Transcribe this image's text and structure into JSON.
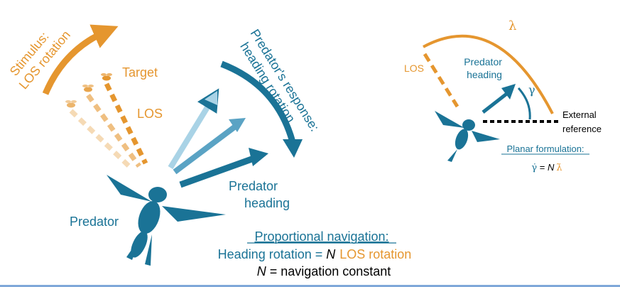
{
  "colors": {
    "blue": "#1a7396",
    "orange": "#e5962f",
    "blue_light": "#a9d3e6",
    "blue_mid": "#5aa3c4",
    "black": "#000000",
    "rule": "#7fa8d9"
  },
  "left_panel": {
    "stimulus_line1": "Stimulus:",
    "stimulus_line2": "LOS rotation",
    "target_label": "Target",
    "los_label": "LOS",
    "predator_label": "Predator",
    "response_line1": "Predator's response:",
    "response_line2": "heading rotation",
    "heading_line1": "Predator",
    "heading_line2": "heading"
  },
  "bottom_text": {
    "title": "Proportional navigation:",
    "eq_part1": "Heading rotation = ",
    "eq_N": "N",
    "eq_part2": "LOS rotation",
    "const_N": "N",
    "const_rest": " = navigation constant"
  },
  "right_panel": {
    "lambda": "λ",
    "gamma": "γ",
    "los_label": "LOS",
    "heading_line1": "Predator",
    "heading_line2": "heading",
    "external_line1": "External",
    "external_line2": "reference",
    "planar_title": "Planar formulation:",
    "formula_gamma": "γ̇",
    "formula_eq": " = ",
    "formula_N": "N",
    "formula_lambda": "λ̇"
  },
  "icons": [
    "fly-silhouette-icon",
    "target-fly-icon",
    "arrow-icon"
  ]
}
